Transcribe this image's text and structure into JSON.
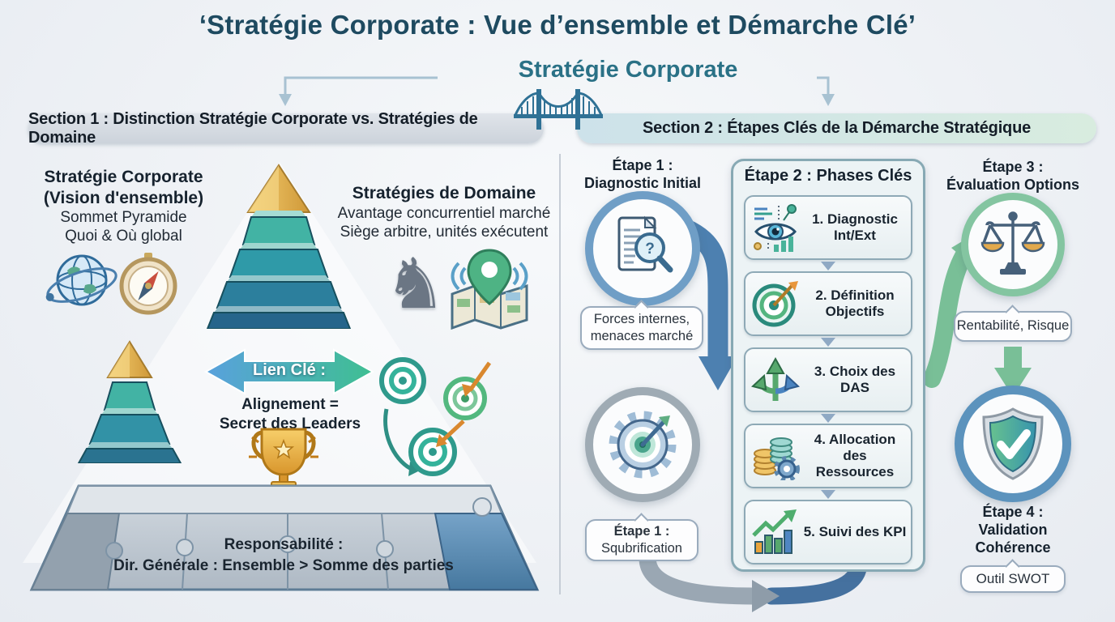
{
  "title": "‘Stratégie Corporate : Vue d’ensemble et Démarche Clé’",
  "subtitle": "Stratégie Corporate",
  "section1": {
    "header": "Section 1 : Distinction Stratégie Corporate vs. Stratégies de Domaine",
    "corporate": {
      "title1": "Stratégie Corporate",
      "title2": "(Vision d'ensemble)",
      "sub1": "Sommet Pyramide",
      "sub2": "Quoi & Où global"
    },
    "domaine": {
      "title": "Stratégies de Domaine",
      "sub1": "Avantage concurrentiel marché",
      "sub2": "Siège arbitre, unités exécutent"
    },
    "lien": {
      "arrow_label": "Lien Clé :",
      "line1": "Alignement =",
      "line2": "Secret des Leaders"
    },
    "responsabilite": {
      "line1": "Responsabilité :",
      "line2": "Dir. Générale : Ensemble > Somme des parties"
    },
    "icons": [
      "globe-orbit-icon",
      "compass-icon",
      "pyramid-icon",
      "small-pyramid-icon",
      "knight-icon",
      "map-pin-icon",
      "linked-targets-icon",
      "trophy-icon",
      "puzzle-strip-icon"
    ]
  },
  "section2": {
    "header": "Section 2 : Étapes Clés de la Démarche Stratégique",
    "etape1": {
      "title1": "Étape 1 :",
      "title2": "Diagnostic Initial",
      "icon": "document-magnifier-icon",
      "bubble_line1": "Forces internes,",
      "bubble_line2": "menaces marché"
    },
    "etape1b": {
      "icon": "gear-target-icon",
      "bubble_title": "Étape 1 :",
      "bubble_text": "Squbrification"
    },
    "etape2": {
      "title": "Étape 2 : Phases Clés",
      "phases": [
        {
          "label": "1. Diagnostic Int/Ext",
          "icon": "eye-analysis-icon"
        },
        {
          "label": "2. Définition Objectifs",
          "icon": "target-arrow-icon"
        },
        {
          "label": "3. Choix des DAS",
          "icon": "branching-arrows-icon"
        },
        {
          "label": "4. Allocation des Ressources",
          "icon": "coins-gear-icon"
        },
        {
          "label": "5. Suivi des KPI",
          "icon": "kpi-chart-icon"
        }
      ]
    },
    "etape3": {
      "title1": "Étape 3 :",
      "title2": "Évaluation Options",
      "icon": "balance-scale-icon",
      "bubble": "Rentabilité, Risque"
    },
    "etape4": {
      "title1": "Étape 4 :",
      "title2": "Validation",
      "title3": "Cohérence",
      "icon": "shield-check-icon",
      "bubble": "Outil SWOT"
    }
  },
  "colors": {
    "title_navy": "#1e4a60",
    "accent_teal": "#2a7186",
    "arrow_blue": "#4d80b0",
    "arrow_green": "#79bf97",
    "gold": "#e9b84d",
    "pill_gray": "#ccd3db",
    "pill_teal": "#cde2ea"
  }
}
